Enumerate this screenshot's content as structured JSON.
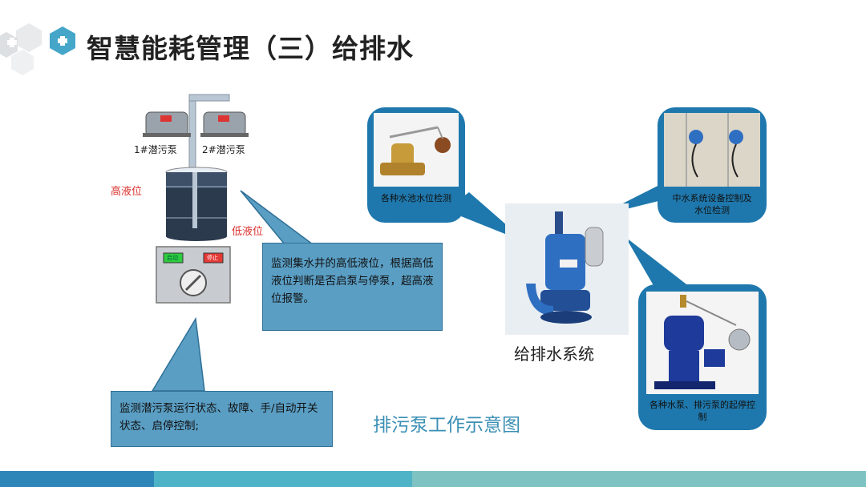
{
  "header": {
    "title": "智慧能耗管理（三）给排水"
  },
  "diagram": {
    "pump1_label": "1#潜污泵",
    "pump2_label": "2#潜污泵",
    "high_level_label": "高液位",
    "low_level_label": "低液位",
    "panel_btn_left": "启动",
    "panel_btn_right": "停止",
    "callout_right_text": "监测集水井的高低液位，根据高低液位判断是否启泵与停泵，超高液位报警。",
    "callout_bottom_text": "监测潜污泵运行状态、故障、手/自动开关状态、启停控制;",
    "diagram_title": "排污泵工作示意图"
  },
  "system": {
    "center_label": "给排水系统",
    "card_top_left_caption": "各种水池水位检测",
    "card_top_right_caption": "中水系统设备控制及水位检测",
    "card_bottom_right_caption": "各种水泵、排污泵的起停控制"
  },
  "colors": {
    "accent": "#1f78ad",
    "callout": "#5a9ec4",
    "title_blue": "#3b8fb4",
    "footer_1": "#2e86b8",
    "footer_2": "#4fb3c8",
    "footer_3": "#7ec3c2",
    "alarm_red": "#d9302c"
  }
}
